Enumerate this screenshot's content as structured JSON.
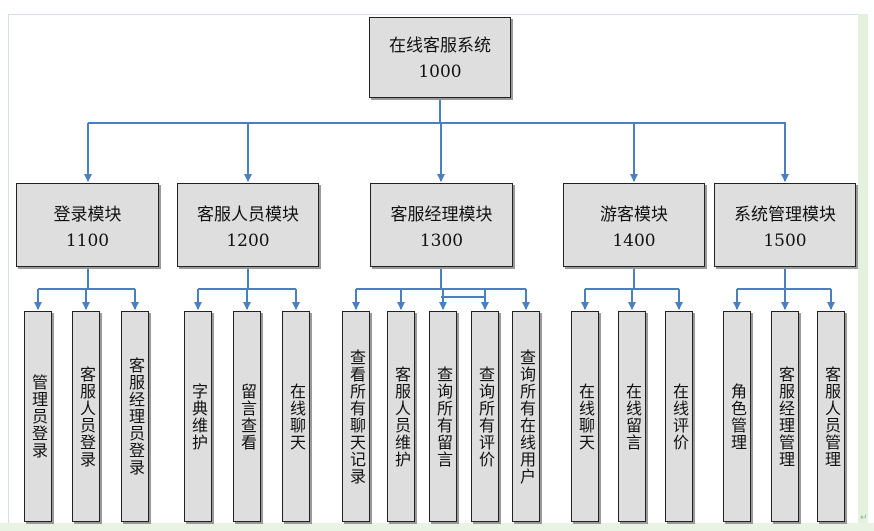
{
  "diagram": {
    "root": {
      "name": "在线客服系统",
      "code": "1000"
    },
    "modules": [
      {
        "name": "登录模块",
        "code": "1100",
        "children": [
          "管理员登录",
          "客服人员登录",
          "客服经理员登录"
        ]
      },
      {
        "name": "客服人员模块",
        "code": "1200",
        "children": [
          "字典维护",
          "留言查看",
          "在线聊天"
        ]
      },
      {
        "name": "客服经理模块",
        "code": "1300",
        "children": [
          "查看所有聊天记录",
          "客服人员维护",
          "查询所有留言",
          "查询所有评价",
          "查询所有在线用户"
        ]
      },
      {
        "name": "游客模块",
        "code": "1400",
        "children": [
          "在线聊天",
          "在线留言",
          "在线评价"
        ]
      },
      {
        "name": "系统管理模块",
        "code": "1500",
        "children": [
          "角色管理",
          "客服经理管理",
          "客服人员管理"
        ]
      }
    ]
  },
  "colors": {
    "connector": "#4a7fc1",
    "box_fill": "#dedede",
    "box_border": "#222222",
    "page_tint": "#e3f2dc"
  }
}
